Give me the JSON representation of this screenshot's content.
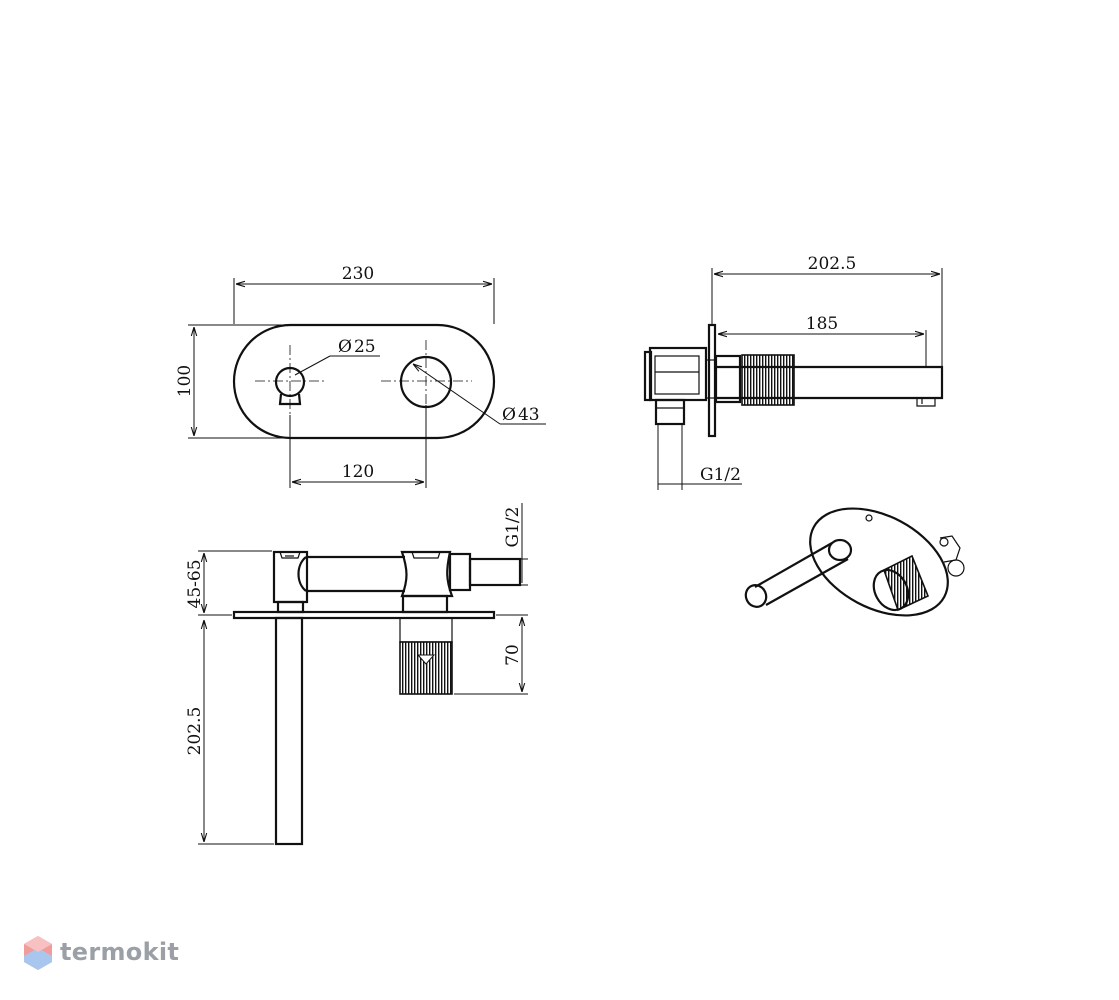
{
  "brand": {
    "name": "termokit"
  },
  "front_view": {
    "dims": {
      "width": "230",
      "height": "100",
      "spacing": "120",
      "small_diameter": "25",
      "large_diameter": "43"
    }
  },
  "side_view": {
    "dims": {
      "total_depth": "202.5",
      "spout_length": "185",
      "thread": "G1/2"
    }
  },
  "top_view": {
    "dims": {
      "adjust": "45-65",
      "spout_length": "202.5",
      "body_depth": "70",
      "thread": "G1/2"
    }
  },
  "symbols": {
    "diameter": "Ø"
  }
}
